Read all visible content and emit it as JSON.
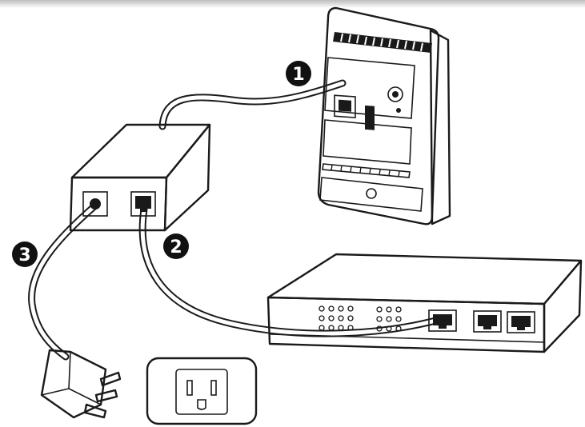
{
  "badges": [
    {
      "id": "ap-port",
      "label": "1"
    },
    {
      "id": "switch-cable",
      "label": "2"
    },
    {
      "id": "power-cable",
      "label": "3"
    }
  ],
  "colors": {
    "line": "#1a1a1a",
    "fill": "#ffffff",
    "shade": "#d8d8d8",
    "badge": "#111111"
  },
  "icons": {
    "access_point": "wall-mount-access-point-icon",
    "injector": "poe-injector-icon",
    "switch": "network-switch-icon",
    "plug": "power-plug-icon",
    "outlet": "wall-outlet-icon"
  }
}
